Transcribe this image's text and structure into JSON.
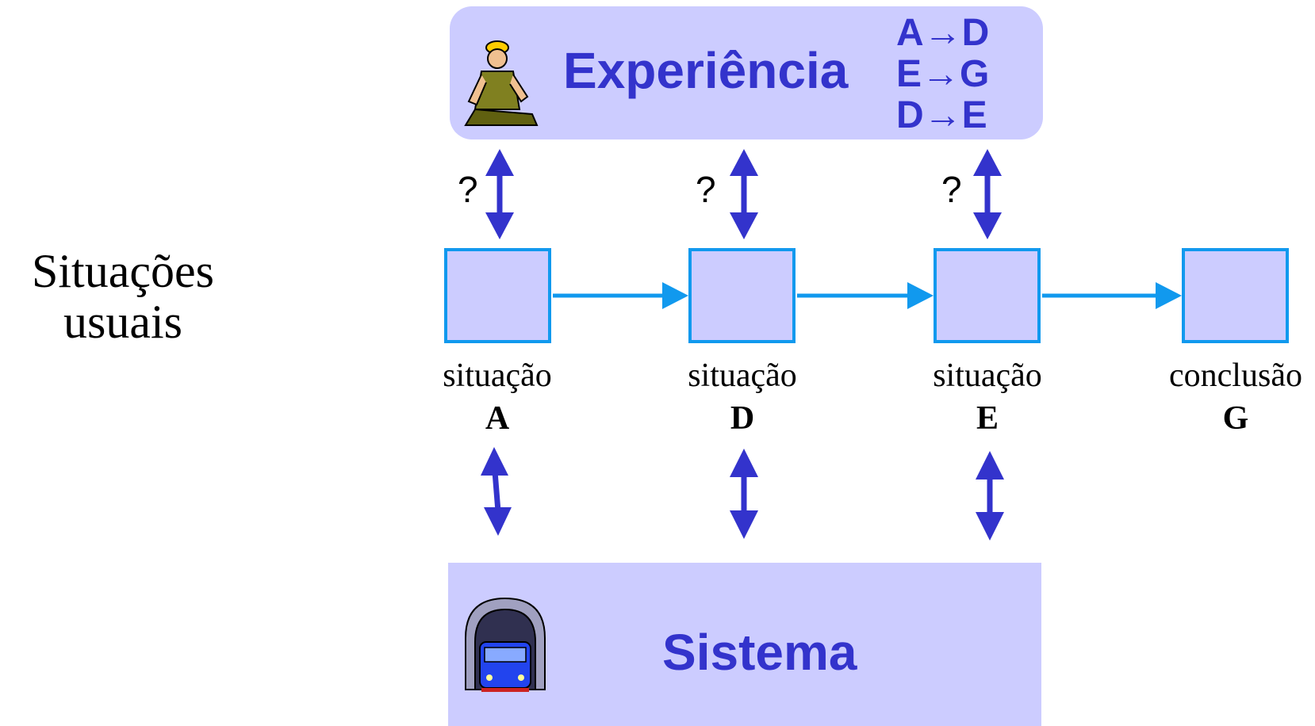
{
  "side_label": [
    "Situações",
    "usuais"
  ],
  "experience": {
    "title": "Experiência",
    "rules": [
      "A→D",
      "E→G",
      "D→E"
    ],
    "icon": "miner-icon"
  },
  "system": {
    "title": "Sistema",
    "icon": "train-tunnel-icon"
  },
  "nodes": [
    {
      "word": "situação",
      "letter": "A"
    },
    {
      "word": "situação",
      "letter": "D"
    },
    {
      "word": "situação",
      "letter": "E"
    },
    {
      "word": "conclusão",
      "letter": "G"
    }
  ],
  "query_mark": "?",
  "colors": {
    "box_fill": "#ccccff",
    "text_blue": "#3333cc",
    "node_border": "#1199ee",
    "arrow_dark": "#3333cc"
  }
}
